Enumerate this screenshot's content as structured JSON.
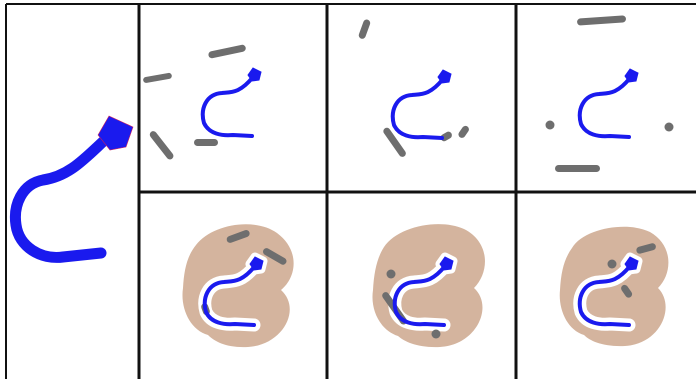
{
  "figure": {
    "colors": {
      "background": "#ffffff",
      "grid": "#111111",
      "tool": "#1a1aee",
      "tool_edge": "#d0205a",
      "obstacle": "#6e6e6e",
      "region": "#d4b49e",
      "halo": "#ffffff"
    },
    "panels": [
      {
        "id": "reference",
        "kind": "tool",
        "region": false
      },
      {
        "id": "top-1",
        "kind": "obstacles",
        "region": false
      },
      {
        "id": "top-2",
        "kind": "obstacles",
        "region": false
      },
      {
        "id": "top-3",
        "kind": "obstacles",
        "region": false
      },
      {
        "id": "bottom-1",
        "kind": "region",
        "region": true
      },
      {
        "id": "bottom-2",
        "kind": "region",
        "region": true
      },
      {
        "id": "bottom-3",
        "kind": "region",
        "region": true
      }
    ]
  }
}
